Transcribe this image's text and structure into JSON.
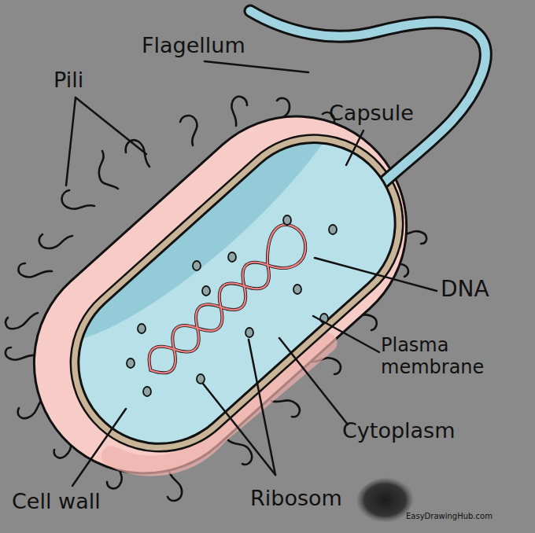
{
  "diagram": {
    "labels": [
      "Flagellum",
      "Pili",
      "Capsule",
      "DNA",
      "Plasma membrane",
      "Cytoplasm",
      "Cell wall",
      "Ribosom",
      "EasyDrawingHub.com"
    ]
  }
}
